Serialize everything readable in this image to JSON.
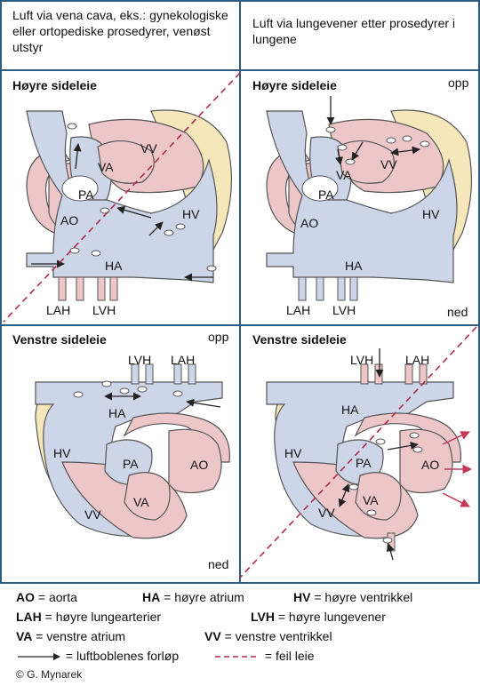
{
  "headers": {
    "left": "Luft via vena cava, eks.: gynekologiske eller ortopediske prosedyrer, venøst utstyr",
    "right": "Luft via lungevener etter prosedyrer i lungene"
  },
  "panels": {
    "top_left": {
      "title": "Høyre sideleie"
    },
    "top_right": {
      "title": "Høyre sideleie",
      "up": "opp",
      "down": "ned"
    },
    "bottom_left": {
      "title": "Venstre sideleie",
      "up": "opp",
      "down": "ned"
    },
    "bottom_right": {
      "title": "Venstre sideleie"
    }
  },
  "labels": {
    "AO": "AO",
    "HA": "HA",
    "HV": "HV",
    "PA": "PA",
    "VA": "VA",
    "VV": "VV",
    "LAH": "LAH",
    "LVH": "LVH"
  },
  "legend": [
    {
      "abbr": "AO",
      "text": " = aorta"
    },
    {
      "abbr": "HA",
      "text": " = høyre atrium"
    },
    {
      "abbr": "HV",
      "text": " = høyre ventrikkel"
    },
    {
      "abbr": "LAH",
      "text": " =  høyre lungearterier"
    },
    {
      "abbr": "LVH",
      "text": " = høyre lungevener"
    },
    {
      "abbr": "VA",
      "text": " = venstre atrium"
    },
    {
      "abbr": "VV",
      "text": " = venstre ventrikkel"
    },
    {
      "abbr": "",
      "text": " = luftboblenes forløp"
    },
    {
      "abbr": "",
      "text": " = feil leie"
    }
  ],
  "credit": "© G. Mynarek",
  "colors": {
    "frame": "#2d5d82",
    "blue": "#ccd6e8",
    "pink": "#edc7c8",
    "cream": "#f6e7bb",
    "dash": "#b22a4b",
    "red": "#c23a55"
  }
}
